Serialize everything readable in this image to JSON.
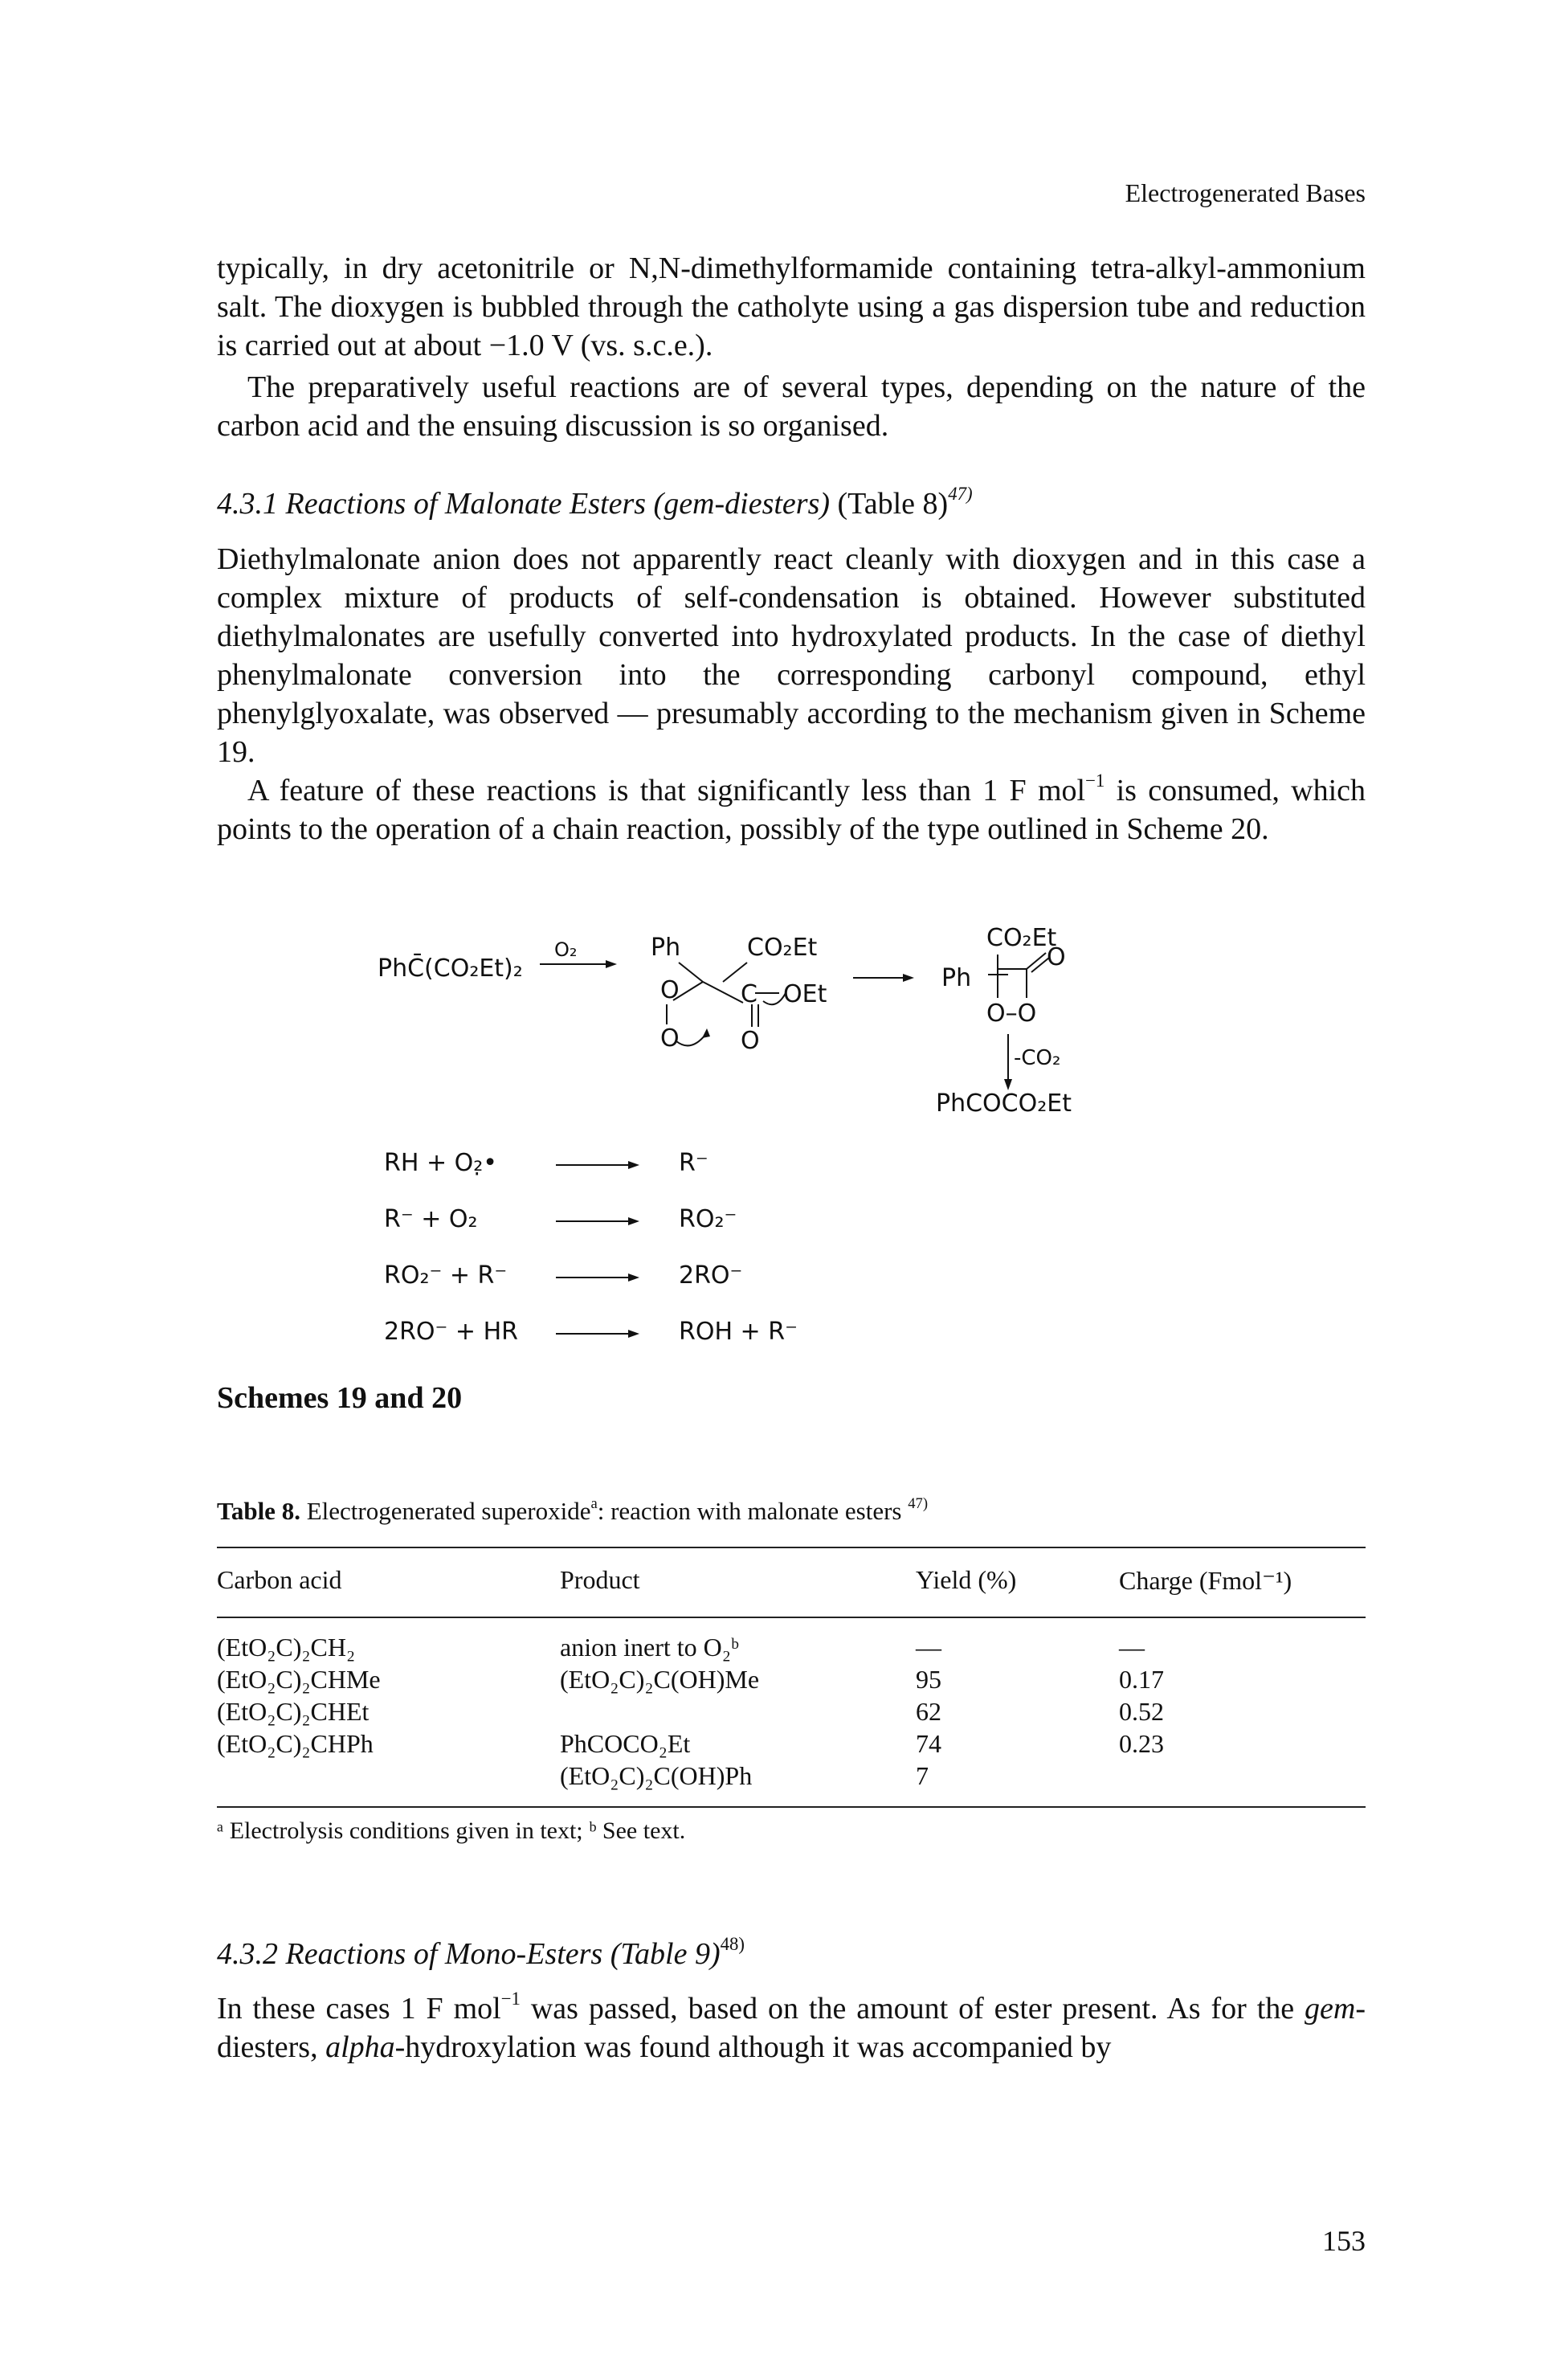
{
  "header": {
    "running_title": "Electrogenerated Bases"
  },
  "paragraphs": {
    "p1": "typically, in dry acetonitrile or N,N-dimethylformamide containing tetra-alkyl-ammonium salt. The dioxygen is bubbled through the catholyte using a gas dispersion tube and reduction is carried out at about −1.0 V (vs. s.c.e.).",
    "p2": "The preparatively useful reactions are of several types, depending on the nature of the carbon acid and the ensuing discussion is so organised.",
    "p3": "Diethylmalonate anion does not apparently react cleanly with dioxygen and in this case a complex mixture of products of self-condensation is obtained. However substituted diethylmalonates are usefully converted into hydroxylated products. In the case of diethyl phenylmalonate conversion into the corresponding carbonyl compound, ethyl phenylglyoxalate, was observed — presumably according to the mechanism given in Scheme 19.",
    "p4_a": "A feature of these reactions is that significantly less than 1 F mol",
    "p4_sup": "−1",
    "p4_b": " is consumed, which points to the operation of a chain reaction, possibly of the type outlined in Scheme 20.",
    "p5_a": "In these cases 1 F mol",
    "p5_sup": "−1",
    "p5_b": " was passed, based on the amount of ester present. As for the ",
    "p5_gem": "gem",
    "p5_c": "-diesters, ",
    "p5_alpha": "alpha",
    "p5_d": "-hydroxylation was found although it was accompanied by"
  },
  "section_431": {
    "title": "4.3.1 Reactions of Malonate Esters (gem-diesters)",
    "table_ref": "(Table 8)",
    "ref": "47)"
  },
  "section_432": {
    "title": "4.3.2 Reactions of Mono-Esters (Table 9)",
    "ref": "48)"
  },
  "scheme19": {
    "reactant": "PhC̄(CO₂Et)₂",
    "arrow_label": "O₂",
    "int_ph": "Ph",
    "int_co2et": "CO₂Et",
    "int_o1": "O",
    "int_o2": "O",
    "int_c": "C",
    "int_oet": "OEt",
    "int_o3": "O",
    "prod_co2et": "CO₂Et",
    "prod_ph": "Ph",
    "prod_o": "O",
    "prod_oo": "O–O",
    "loss": "-CO₂",
    "final": "PhCOCO₂Et"
  },
  "scheme20": {
    "rows": [
      {
        "left": "RH  +  O₂̣•",
        "right": "R⁻"
      },
      {
        "left": "R⁻  +  O₂",
        "right": "RO₂⁻"
      },
      {
        "left": "RO₂⁻  +  R⁻",
        "right": "2RO⁻"
      },
      {
        "left": "2RO⁻  +  HR",
        "right": "ROH  +  R⁻"
      }
    ]
  },
  "scheme_caption": "Schemes 19 and 20",
  "table8": {
    "label": "Table 8.",
    "title_a": " Electrogenerated superoxide",
    "title_sup": "a",
    "title_b": ": reaction with malonate esters ",
    "title_ref": "47)",
    "headers": [
      "Carbon acid",
      "Product",
      "Yield (%)",
      "Charge (Fmol⁻¹)"
    ],
    "rows": [
      {
        "acid": "(EtO₂C)₂CH₂",
        "product": "anion inert to O₂ᵇ",
        "yield": "—",
        "charge": "—"
      },
      {
        "acid": "(EtO₂C)₂CHMe",
        "product": "(EtO₂C)₂C(OH)Me",
        "yield": "95",
        "charge": "0.17"
      },
      {
        "acid": "(EtO₂C)₂CHEt",
        "product": "",
        "yield": "62",
        "charge": "0.52"
      },
      {
        "acid": "(EtO₂C)₂CHPh",
        "product": "PhCOCO₂Et",
        "yield": "74",
        "charge": "0.23"
      },
      {
        "acid": "",
        "product": "(EtO₂C)₂C(OH)Ph",
        "yield": "7",
        "charge": ""
      }
    ],
    "footnote": "ᵃ Electrolysis conditions given in text; ᵇ See text."
  },
  "page_number": "153"
}
